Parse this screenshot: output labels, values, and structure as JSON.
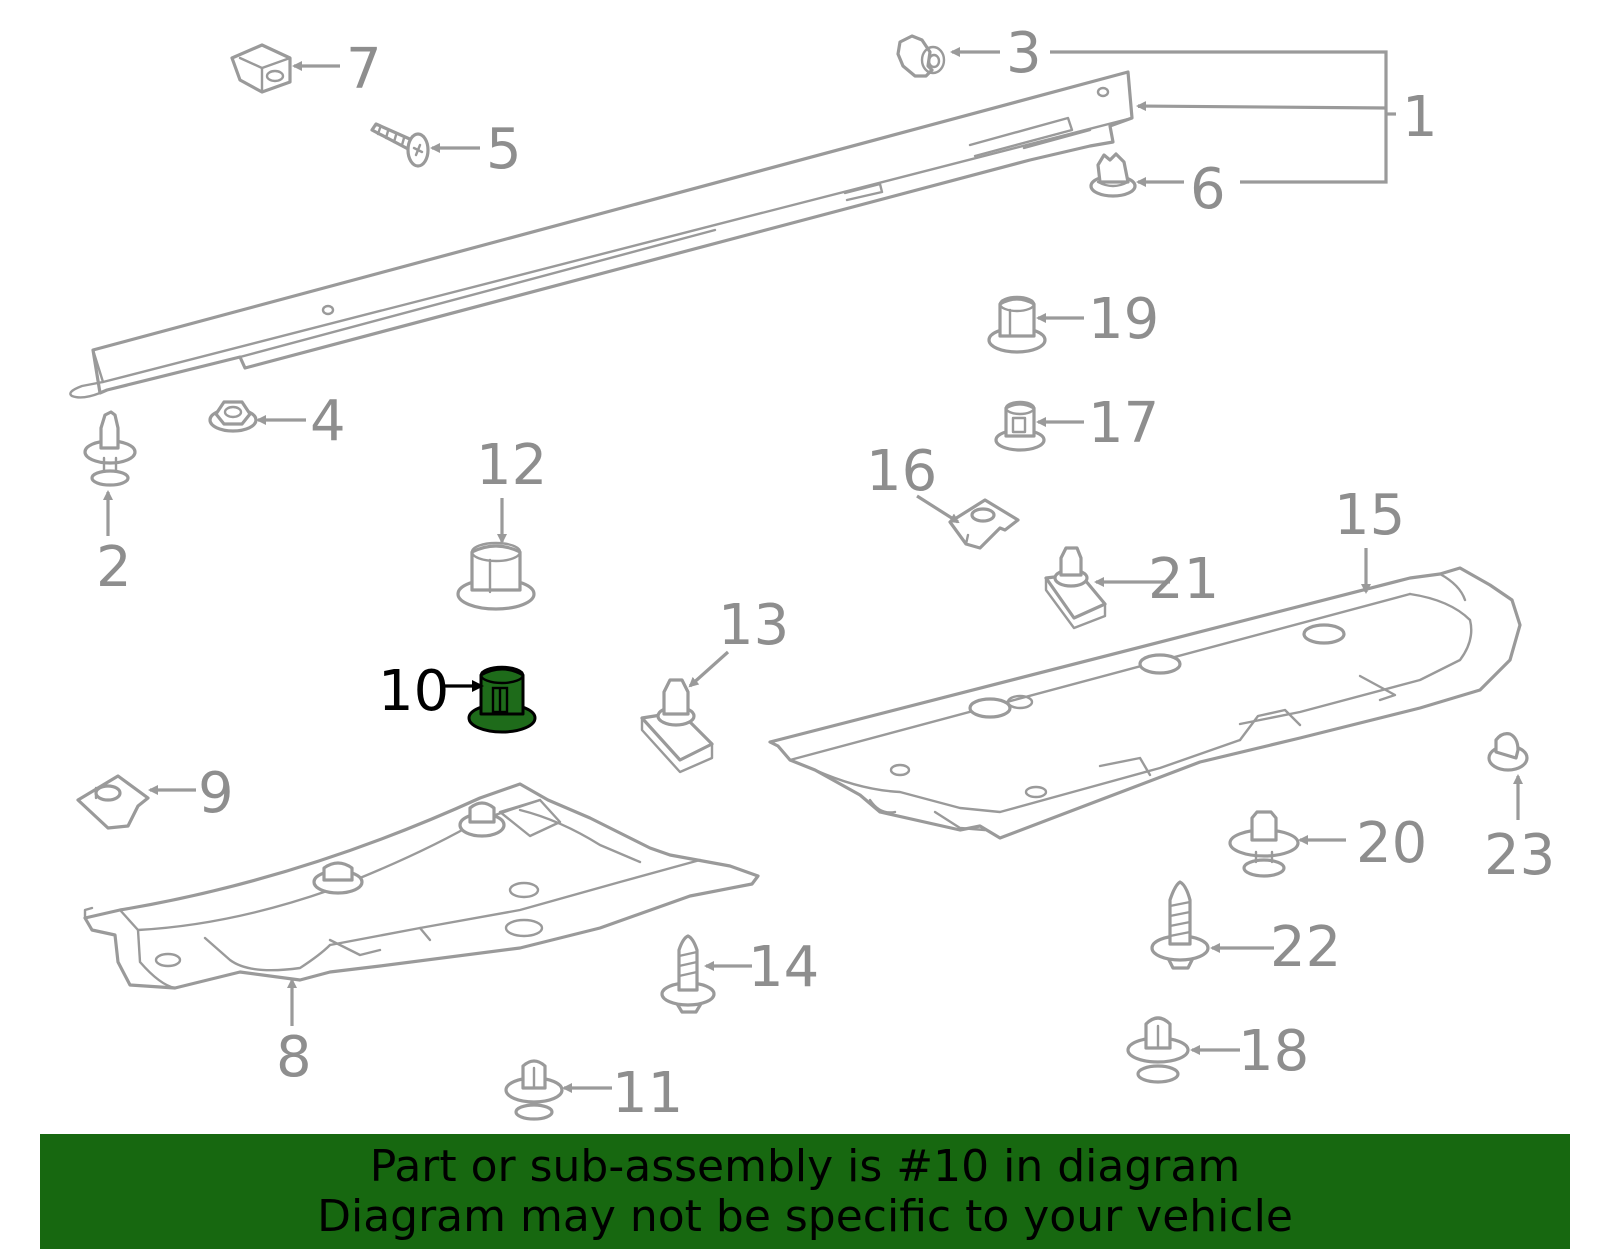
{
  "diagram": {
    "highlight_color": "#176810",
    "highlighted_callout": "10",
    "callouts": [
      "1",
      "2",
      "3",
      "4",
      "5",
      "6",
      "7",
      "8",
      "9",
      "10",
      "11",
      "12",
      "13",
      "14",
      "15",
      "16",
      "17",
      "18",
      "19",
      "20",
      "21",
      "22",
      "23"
    ]
  },
  "banner": {
    "line1": "Part or sub-assembly is #10 in diagram",
    "line2": "Diagram may not be specific to your vehicle"
  }
}
